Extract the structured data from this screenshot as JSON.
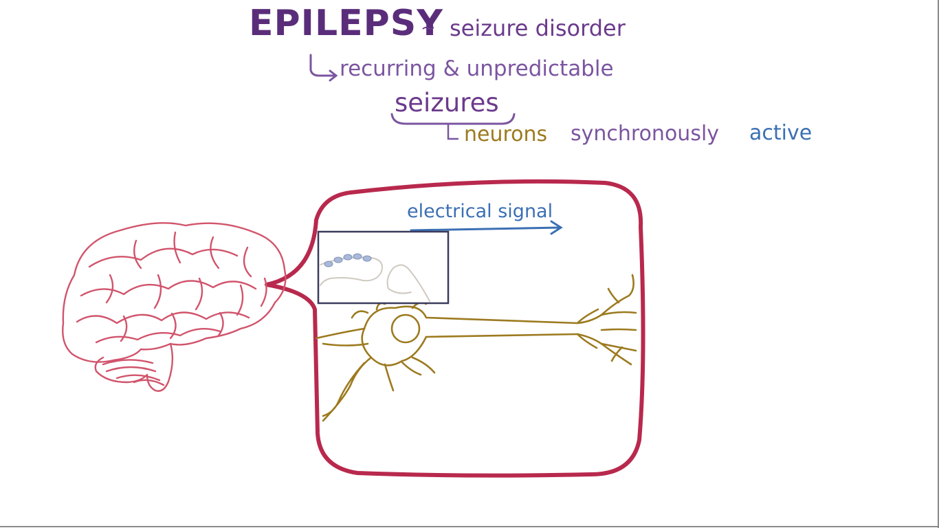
{
  "title": "EPILEPSY",
  "tilde": "~",
  "definition": "seizure disorder",
  "subline": "recurring & unpredictable",
  "seizures": "seizures",
  "neurons_line": {
    "word1": "neurons",
    "word2": "synchronously",
    "word3": "active"
  },
  "signal_label": "electrical signal",
  "colors": {
    "title": "#5a2d7a",
    "purple_text": "#7b55a0",
    "neuron_gold": "#9c7a1f",
    "blue": "#3b6fb3",
    "brain_pink": "#d1546c",
    "frame_red": "#b8294d",
    "inset_border": "#3a3a5c"
  }
}
